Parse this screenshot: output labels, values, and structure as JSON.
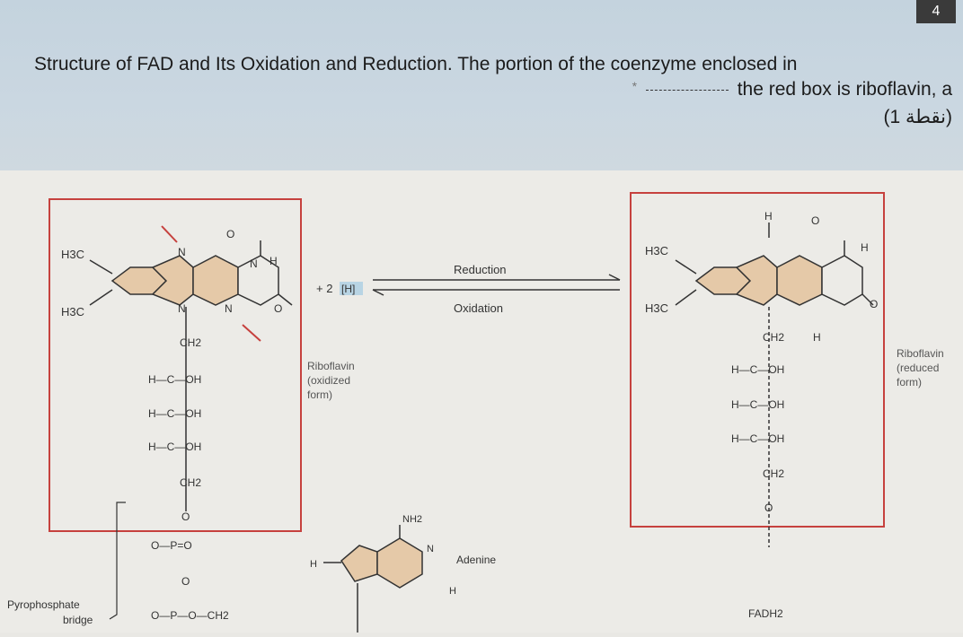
{
  "page_number": "4",
  "question": {
    "line1": "Structure of FAD and Its Oxidation and Reduction. The portion of the coenzyme enclosed in",
    "star": "*",
    "line2": "the red box is riboflavin, a",
    "points": "(1 نقطة)"
  },
  "figure": {
    "left": {
      "h3c_top": "H3C",
      "h3c_bottom": "H3C",
      "ring_atoms": [
        "N",
        "N",
        "N",
        "N"
      ],
      "nh": "H",
      "o_top": "O",
      "o_right": "O",
      "chain": [
        "CH2",
        "H—C—OH",
        "H—C—OH",
        "H—C—OH",
        "CH2",
        "O"
      ],
      "caption": [
        "Riboflavin",
        "(oxidized",
        "form)"
      ]
    },
    "reagent": "+ 2",
    "reagent_box": "[H]",
    "arrow_top": "Reduction",
    "arrow_bottom": "Oxidation",
    "right": {
      "h3c_top": "H3C",
      "h3c_bottom": "H3C",
      "h_top": "H",
      "nh": "H",
      "h_bottom": "H",
      "o_top": "O",
      "o_right": "O",
      "chain": [
        "CH2",
        "H—C—OH",
        "H—C—OH",
        "H—C—OH",
        "CH2",
        "O"
      ],
      "caption": [
        "Riboflavin",
        "(reduced",
        "form)"
      ],
      "name": "FADH2"
    },
    "phosphate": [
      "O—P=O",
      "O",
      "O—P—O—CH2"
    ],
    "pyro_label": [
      "Pyrophosphate",
      "bridge"
    ],
    "adenine": {
      "nh2": "NH2",
      "label": "Adenine",
      "h_left": "H",
      "h_right": "H",
      "n": "N"
    }
  },
  "colors": {
    "box": "#c6413e",
    "ring_fill": "#e5c9a8",
    "header": "#c8d6e0"
  }
}
